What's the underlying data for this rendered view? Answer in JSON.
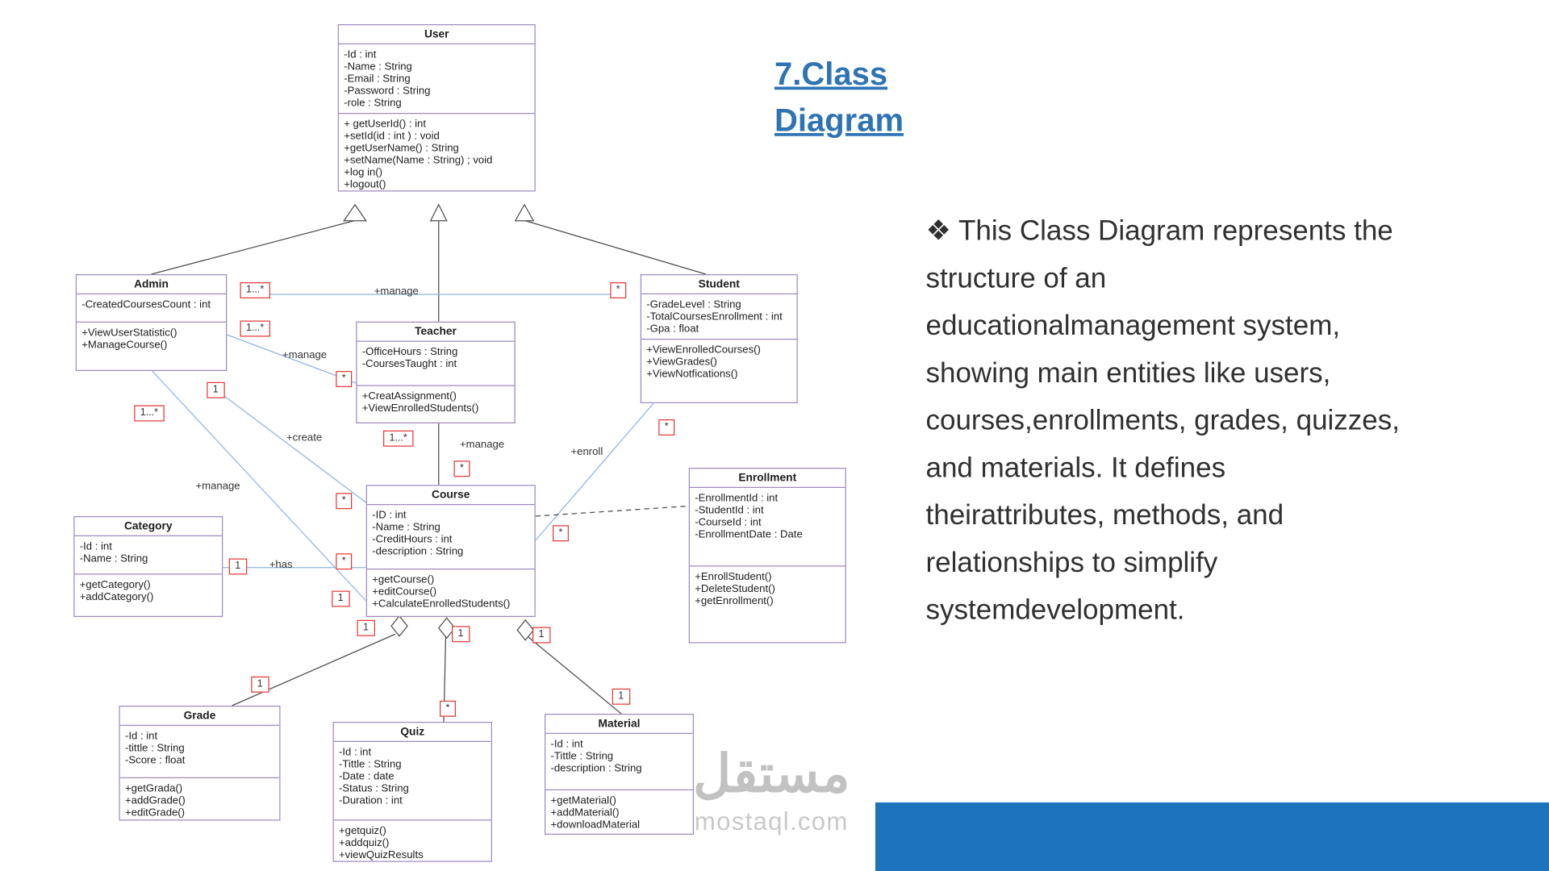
{
  "slide": {
    "title_line1": "7.Class",
    "title_line2": "Diagram",
    "description_lines": [
      "❖ This Class Diagram represents the",
      "structure of an",
      "educationalmanagement system,",
      "showing main entities like users,",
      "courses,enrollments, grades, quizzes,",
      "and materials. It defines",
      "theirattributes, methods, and",
      "relationships to simplify",
      "systemdevelopment."
    ]
  },
  "watermark": {
    "arabic": "مستقل",
    "domain": "mostaql.com"
  },
  "colors": {
    "title_blue": "#2e74b5",
    "accent_bar_blue": "#1e73be",
    "class_border_purple": "#a08bc0",
    "multiplicity_red": "#e23c39",
    "association_blue": "#8fb4e3",
    "line_gray": "#4d4d4d"
  },
  "classes": [
    {
      "name": "User",
      "attributes": [
        "-Id : int",
        "-Name : String",
        "-Email : String",
        "-Password : String",
        "-role : String"
      ],
      "methods": [
        "+ getUserId() : int",
        "+setId(id : int ) : void",
        "+getUserName() : String",
        "+setName(Name : String) ; void",
        "+log in()",
        "+logout()"
      ]
    },
    {
      "name": "Admin",
      "attributes": [
        "-CreatedCoursesCount : int"
      ],
      "methods": [
        "+ViewUserStatistic()",
        "+ManageCourse()"
      ]
    },
    {
      "name": "Teacher",
      "attributes": [
        "-OfficeHours : String",
        "-CoursesTaught : int"
      ],
      "methods": [
        "+CreatAssignment()",
        "+ViewEnrolledStudents()"
      ]
    },
    {
      "name": "Student",
      "attributes": [
        "-GradeLevel : String",
        "-TotalCoursesEnrollment : int",
        "-Gpa : float"
      ],
      "methods": [
        "+ViewEnrolledCourses()",
        "+ViewGrades()",
        "+ViewNotfications()"
      ]
    },
    {
      "name": "Course",
      "attributes": [
        "-ID : int",
        "-Name : String",
        "-CreditHours : int",
        "-description : String"
      ],
      "methods": [
        "+getCourse()",
        "+editCourse()",
        "+CalculateEnrolledStudents()"
      ]
    },
    {
      "name": "Enrollment",
      "attributes": [
        "-EnrollmentId : int",
        "-StudentId : int",
        "-CourseId : int",
        "-EnrollmentDate : Date"
      ],
      "methods": [
        "+EnrollStudent()",
        "+DeleteStudent()",
        "+getEnrollment()"
      ]
    },
    {
      "name": "Category",
      "attributes": [
        "-Id : int",
        "-Name : String"
      ],
      "methods": [
        "+getCategory()",
        "+addCategory()"
      ]
    },
    {
      "name": "Grade",
      "attributes": [
        "-Id : int",
        "-tittle : String",
        "-Score : float"
      ],
      "methods": [
        "+getGrada()",
        "+addGrade()",
        "+editGrade()"
      ]
    },
    {
      "name": "Quiz",
      "attributes": [
        "-Id : int",
        "-Tittle : String",
        "-Date : date",
        "-Status : String",
        "-Duration : int"
      ],
      "methods": [
        "+getquiz()",
        "+addquiz()",
        "+viewQuizResults"
      ]
    },
    {
      "name": "Material",
      "attributes": [
        "-Id : int",
        "-Tittle : String",
        "-description :  String"
      ],
      "methods": [
        "+getMaterial()",
        "+addMaterial()",
        "+downloadMaterial"
      ]
    }
  ],
  "multiplicities": [
    "1...*",
    "*",
    "1...*",
    "*",
    "1",
    "1...*",
    "1...*",
    "*",
    "*",
    "*",
    "*",
    "1",
    "*",
    "1",
    "1",
    "1",
    "1",
    "1",
    "*",
    "1"
  ],
  "edge_labels": [
    "+manage",
    "+manage",
    "+create",
    "+manage",
    "+enroll",
    "+manage",
    "+has"
  ]
}
